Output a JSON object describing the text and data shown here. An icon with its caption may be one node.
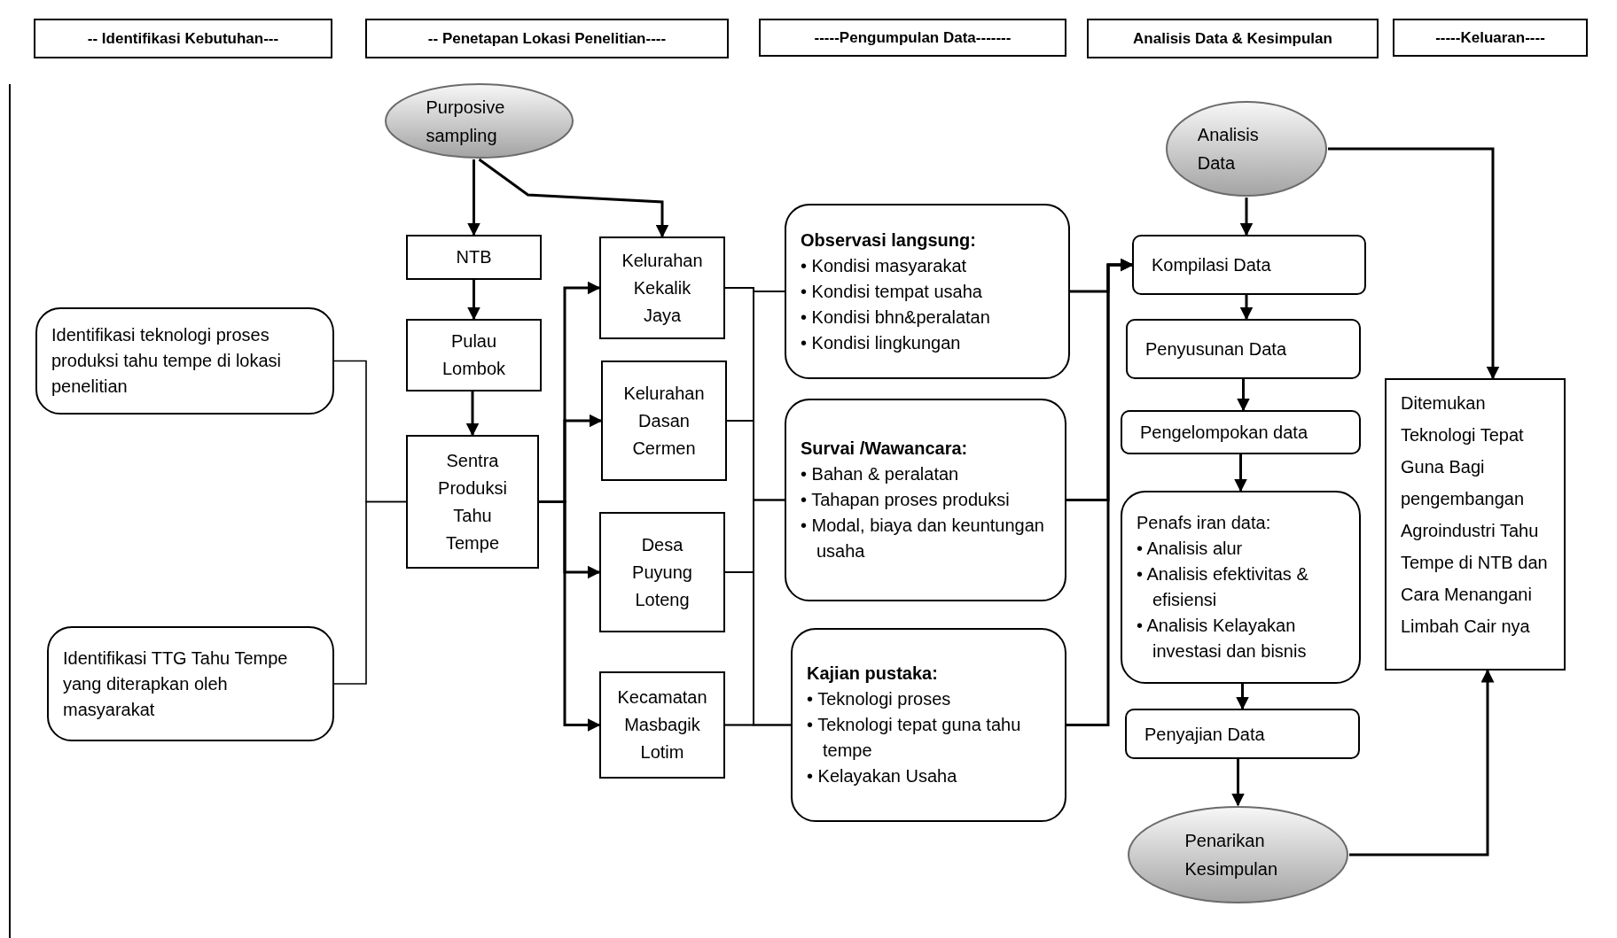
{
  "diagram": {
    "nodes": [
      {
        "text": [
          "-- Identifikasi Kebutuhan---"
        ]
      },
      {
        "text": [
          "-- Penetapan Lokasi Penelitian----"
        ]
      },
      {
        "text": [
          "-----Pengumpulan Data-------"
        ]
      },
      {
        "text": [
          "Analisis Data & Kesimpulan"
        ]
      },
      {
        "text": [
          "-----Keluaran----"
        ]
      },
      {
        "text": [
          "Purposive sampling"
        ]
      },
      {
        "text": [
          "NTB"
        ]
      },
      {
        "text": [
          "Pulau Lombok"
        ]
      },
      {
        "text": [
          "Sentra Produksi Tahu Tempe"
        ]
      },
      {
        "text": [
          "Identifikasi teknologi proses produksi tahu tempe di lokasi penelitian"
        ]
      },
      {
        "text": [
          "Identifikasi TTG Tahu Tempe yang diterapkan oleh masyarakat"
        ]
      },
      {
        "text": [
          "Kelurahan Kekalik Jaya"
        ]
      },
      {
        "text": [
          "Kelurahan Dasan Cermen"
        ]
      },
      {
        "text": [
          "Desa Puyung Loteng"
        ]
      },
      {
        "text": [
          "Kecamatan Masbagik Lotim"
        ]
      },
      {
        "text": [
          "Observasi langsung:",
          "• Kondisi masyarakat",
          "• Kondisi tempat usaha",
          "• Kondisi bhn&peralatan",
          "• Kondisi lingkungan"
        ]
      },
      {
        "text": [
          "Survai /Wawancara:",
          "• Bahan & peralatan",
          "• Tahapan proses produksi",
          "• Modal, biaya dan keuntungan usaha"
        ]
      },
      {
        "text": [
          "Kajian pustaka:",
          "• Teknologi proses",
          "• Teknologi tepat guna tahu tempe",
          "• Kelayakan Usaha"
        ]
      },
      {
        "text": [
          "Analisis Data"
        ]
      },
      {
        "text": [
          "Kompilasi Data"
        ]
      },
      {
        "text": [
          "Penyusunan Data"
        ]
      },
      {
        "text": [
          "Pengelompokan data"
        ]
      },
      {
        "text": [
          "Penafs iran data:",
          "• Analisis alur",
          "• Analisis efektivitas & efisiensi",
          "• Analisis Kelayakan investasi dan bisnis"
        ]
      },
      {
        "text": [
          "Penyajian Data"
        ]
      },
      {
        "text": [
          "Penarikan Kesimpulan"
        ]
      },
      {
        "text": [
          "Ditemukan Teknologi Tepat Guna Bagi pengembangan Agroindustri Tahu Tempe di NTB dan Cara Menangani Limbah Cair nya"
        ]
      }
    ],
    "edges": [
      {
        "from": 5,
        "to": 6,
        "arrow": "to"
      },
      {
        "from": 5,
        "to": 11,
        "arrow": "to"
      },
      {
        "from": 6,
        "to": 7,
        "arrow": "to"
      },
      {
        "from": 7,
        "to": 8,
        "arrow": "to"
      },
      {
        "from": 9,
        "to": 8,
        "arrow": "none"
      },
      {
        "from": 10,
        "to": 8,
        "arrow": "none"
      },
      {
        "from": 8,
        "to": 11,
        "arrow": "to"
      },
      {
        "from": 8,
        "to": 12,
        "arrow": "to"
      },
      {
        "from": 8,
        "to": 13,
        "arrow": "to"
      },
      {
        "from": 8,
        "to": 14,
        "arrow": "to"
      },
      {
        "from": 11,
        "to": 15,
        "arrow": "none"
      },
      {
        "from": 11,
        "to": 16,
        "arrow": "none"
      },
      {
        "from": 11,
        "to": 17,
        "arrow": "none"
      },
      {
        "from": 12,
        "to": 15,
        "arrow": "none"
      },
      {
        "from": 12,
        "to": 16,
        "arrow": "none"
      },
      {
        "from": 12,
        "to": 17,
        "arrow": "none"
      },
      {
        "from": 13,
        "to": 15,
        "arrow": "none"
      },
      {
        "from": 13,
        "to": 16,
        "arrow": "none"
      },
      {
        "from": 13,
        "to": 17,
        "arrow": "none"
      },
      {
        "from": 14,
        "to": 15,
        "arrow": "none"
      },
      {
        "from": 14,
        "to": 16,
        "arrow": "none"
      },
      {
        "from": 14,
        "to": 17,
        "arrow": "none"
      },
      {
        "from": 15,
        "to": 19,
        "arrow": "to"
      },
      {
        "from": 16,
        "to": 19,
        "arrow": "to"
      },
      {
        "from": 17,
        "to": 19,
        "arrow": "to"
      },
      {
        "from": 18,
        "to": 19,
        "arrow": "to"
      },
      {
        "from": 19,
        "to": 20,
        "arrow": "to"
      },
      {
        "from": 20,
        "to": 21,
        "arrow": "to"
      },
      {
        "from": 21,
        "to": 22,
        "arrow": "to"
      },
      {
        "from": 22,
        "to": 23,
        "arrow": "to"
      },
      {
        "from": 23,
        "to": 24,
        "arrow": "to"
      },
      {
        "from": 18,
        "to": 25,
        "arrow": "to"
      },
      {
        "from": 24,
        "to": 25,
        "arrow": "to"
      }
    ]
  }
}
